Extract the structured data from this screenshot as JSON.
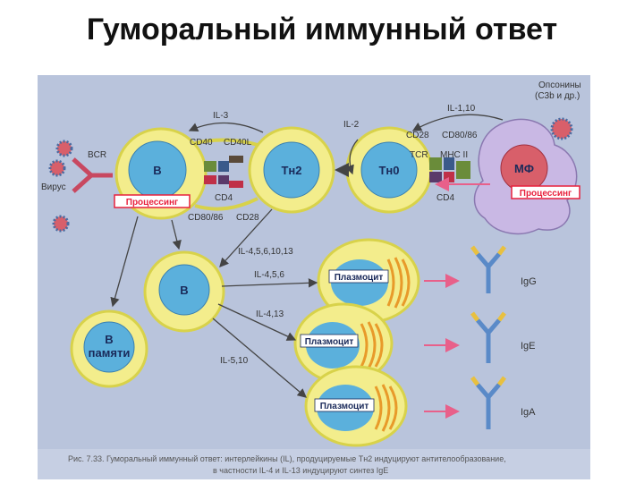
{
  "title": "Гуморальный иммунный ответ",
  "colors": {
    "panel": "#b9c4dc",
    "cell_body": "#f3ed8c",
    "cell_ring": "#d8d24a",
    "nucleus": "#5bb0dc",
    "apc": "#c9b8e4",
    "arrow": "#444444",
    "pink_arrow": "#e8608a",
    "process_box": "#e8203c"
  },
  "labels": {
    "bcr": "BCR",
    "virus": "Вирус",
    "il3": "IL-3",
    "il2": "IL-2",
    "il110": "IL-1,10",
    "opsonins": "Опсонины",
    "opsonins2": "(C3b и др.)",
    "cd40": "CD40",
    "cd40l": "CD40L",
    "cd4_left": "CD4",
    "cd8086_left": "CD80/86",
    "cd28_left": "CD28",
    "cd28_right": "CD28",
    "cd8086_right": "CD80/86",
    "tcr": "TCR",
    "mhc": "MHC II",
    "cd4_right": "CD4",
    "process_left": "Процессинг",
    "process_right": "Процессинг",
    "il4_13": "IL-4,5,6,10,13",
    "il456": "IL-4,5,6",
    "il413": "IL-4,13",
    "il510": "IL-5,10"
  },
  "cells": {
    "b": "B",
    "th2": "Тн2",
    "th0": "Тн0",
    "mf": "МФ",
    "b2": "B",
    "bmem1": "B",
    "bmem2": "памяти"
  },
  "plasma": [
    "Плазмоцит",
    "Плазмоцит",
    "Плазмоцит"
  ],
  "antibodies": [
    "IgG",
    "IgE",
    "IgA"
  ],
  "caption": {
    "line1": "Рис. 7.33. Гуморальный иммунный ответ: интерлейкины (IL), продуцируемые Тн2 индуцируют антителообразование,",
    "line2": "в частности IL-4 и IL-13 индуцируют синтез IgE"
  }
}
